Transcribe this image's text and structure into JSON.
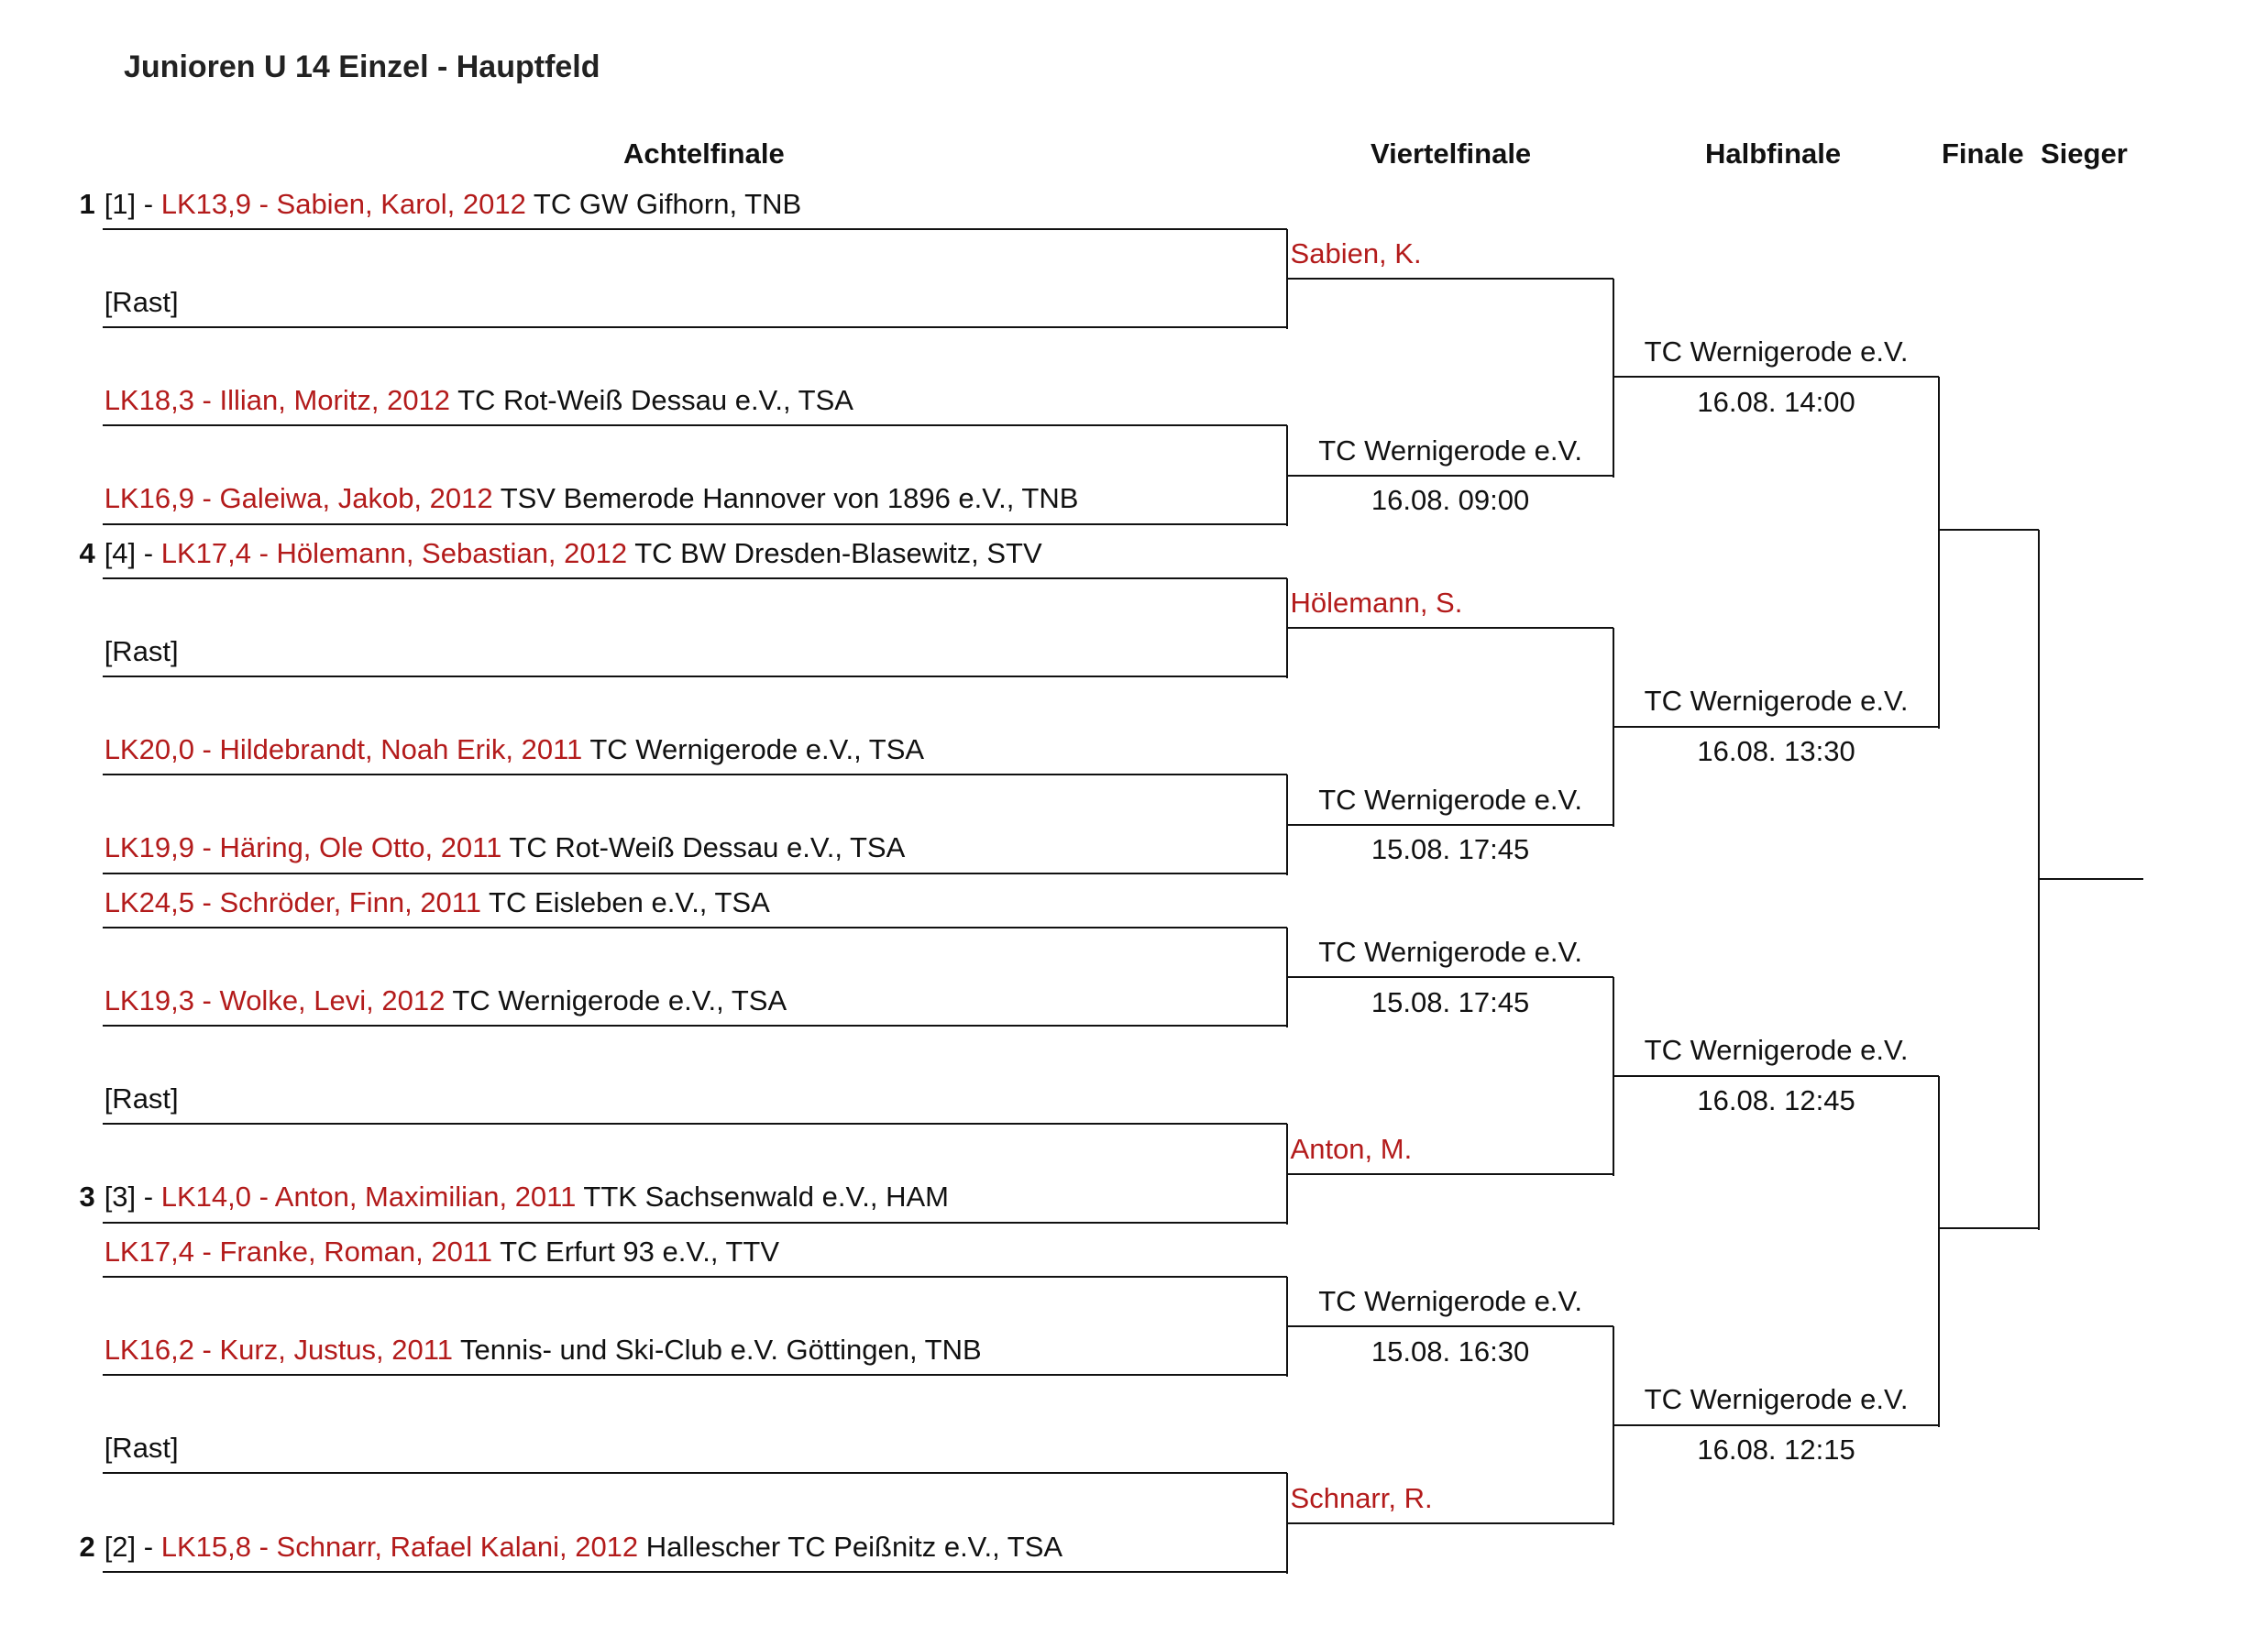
{
  "title": "Junioren U 14 Einzel - Hauptfeld",
  "headers": {
    "r16": "Achtelfinale",
    "qf": "Viertelfinale",
    "sf": "Halbfinale",
    "final": "Finale",
    "winner": "Sieger"
  },
  "separator": " - ",
  "rounds": {
    "r16": [
      {
        "seed_num": "1",
        "seed": "[1]",
        "player": "LK13,9 - Sabien, Karol, 2012",
        "club": "TC GW Gifhorn, TNB"
      },
      {
        "seed_num": "",
        "seed": "",
        "player": "",
        "club": "[Rast]"
      },
      {
        "seed_num": "",
        "seed": "",
        "player": "LK18,3 - Illian, Moritz, 2012",
        "club": "TC Rot-Weiß Dessau e.V., TSA"
      },
      {
        "seed_num": "",
        "seed": "",
        "player": "LK16,9 - Galeiwa, Jakob, 2012",
        "club": "TSV Bemerode Hannover von 1896 e.V., TNB"
      },
      {
        "seed_num": "4",
        "seed": "[4]",
        "player": "LK17,4 - Hölemann, Sebastian, 2012",
        "club": "TC BW Dresden-Blasewitz, STV"
      },
      {
        "seed_num": "",
        "seed": "",
        "player": "",
        "club": "[Rast]"
      },
      {
        "seed_num": "",
        "seed": "",
        "player": "LK20,0 - Hildebrandt, Noah Erik, 2011",
        "club": "TC Wernigerode e.V., TSA"
      },
      {
        "seed_num": "",
        "seed": "",
        "player": "LK19,9 - Häring, Ole Otto, 2011",
        "club": "TC Rot-Weiß Dessau e.V., TSA"
      },
      {
        "seed_num": "",
        "seed": "",
        "player": "LK24,5 - Schröder, Finn, 2011",
        "club": "TC Eisleben e.V., TSA"
      },
      {
        "seed_num": "",
        "seed": "",
        "player": "LK19,3 - Wolke, Levi, 2012",
        "club": "TC Wernigerode e.V., TSA"
      },
      {
        "seed_num": "",
        "seed": "",
        "player": "",
        "club": "[Rast]"
      },
      {
        "seed_num": "3",
        "seed": "[3]",
        "player": "LK14,0 - Anton, Maximilian, 2011",
        "club": "TTK Sachsenwald e.V., HAM"
      },
      {
        "seed_num": "",
        "seed": "",
        "player": "LK17,4 - Franke, Roman, 2011",
        "club": "TC Erfurt 93 e.V., TTV"
      },
      {
        "seed_num": "",
        "seed": "",
        "player": "LK16,2 - Kurz, Justus, 2011",
        "club": "Tennis- und Ski-Club e.V. Göttingen, TNB"
      },
      {
        "seed_num": "",
        "seed": "",
        "player": "",
        "club": "[Rast]"
      },
      {
        "seed_num": "2",
        "seed": "[2]",
        "player": "LK15,8 - Schnarr, Rafael Kalani, 2012",
        "club": "Hallescher TC Peißnitz e.V., TSA"
      }
    ],
    "qf": [
      {
        "winner": "Sabien, K.",
        "venue": "",
        "time": ""
      },
      {
        "winner": "",
        "venue": "TC Wernigerode e.V.",
        "time": "16.08. 09:00"
      },
      {
        "winner": "Hölemann, S.",
        "venue": "",
        "time": ""
      },
      {
        "winner": "",
        "venue": "TC Wernigerode e.V.",
        "time": "15.08. 17:45"
      },
      {
        "winner": "",
        "venue": "TC Wernigerode e.V.",
        "time": "15.08. 17:45"
      },
      {
        "winner": "Anton, M.",
        "venue": "",
        "time": ""
      },
      {
        "winner": "",
        "venue": "TC Wernigerode e.V.",
        "time": "15.08. 16:30"
      },
      {
        "winner": "Schnarr, R.",
        "venue": "",
        "time": ""
      }
    ],
    "sf": [
      {
        "venue": "TC Wernigerode e.V.",
        "time": "16.08. 14:00"
      },
      {
        "venue": "TC Wernigerode e.V.",
        "time": "16.08. 13:30"
      },
      {
        "venue": "TC Wernigerode e.V.",
        "time": "16.08. 12:45"
      },
      {
        "venue": "TC Wernigerode e.V.",
        "time": "16.08. 12:15"
      }
    ]
  }
}
